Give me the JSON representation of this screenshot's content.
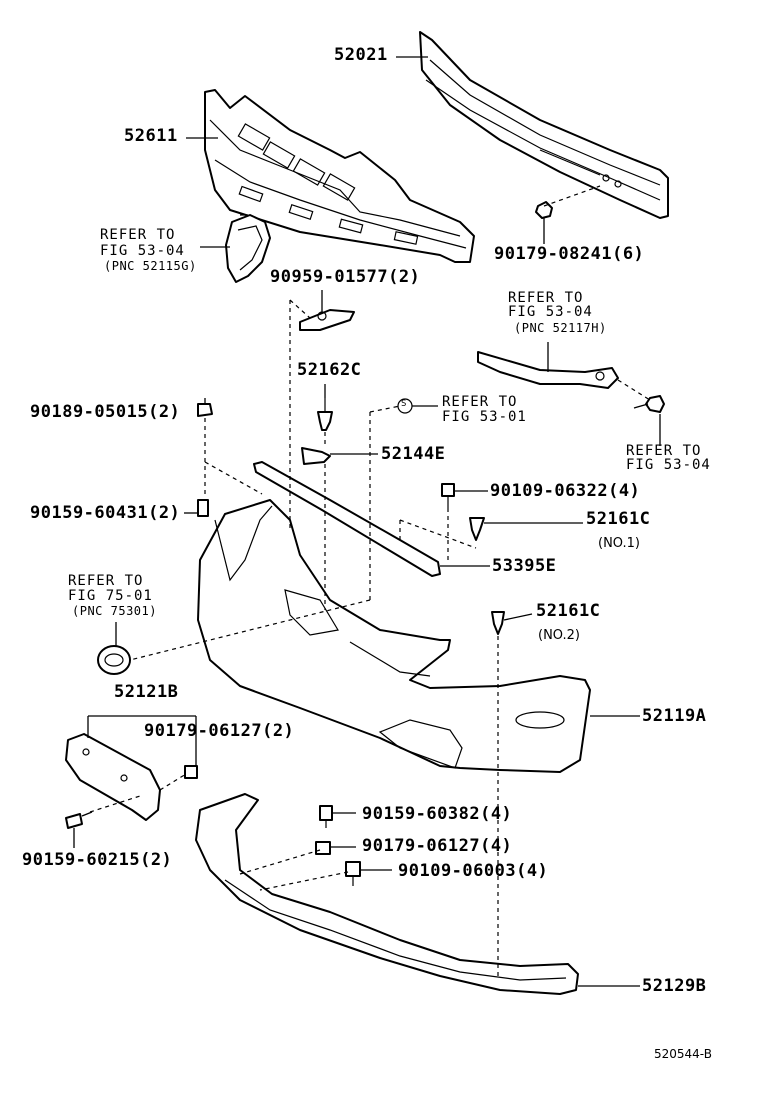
{
  "diagram": {
    "labels": {
      "p52021": "52021",
      "p52611": "52611",
      "ref_5304_a_l1": "REFER TO",
      "ref_5304_a_l2": "FIG 53-04",
      "ref_5304_a_l3": "(PNC 52115G)",
      "p90179_08241": "90179-08241(6)",
      "p90959_01577": "90959-01577(2)",
      "ref_5304_b_l1": "REFER TO",
      "ref_5304_b_l2": "FIG 53-04",
      "ref_5304_b_l3": "(PNC 52117H)",
      "p52162c": "52162C",
      "ref_5301_l1": "REFER TO",
      "ref_5301_l2": "FIG 53-01",
      "p90189_05015": "90189-05015(2)",
      "p52144e": "52144E",
      "ref_5304_c_l1": "REFER TO",
      "ref_5304_c_l2": "FIG 53-04",
      "p90159_60431": "90159-60431(2)",
      "p90109_06322": "90109-06322(4)",
      "p52161c_no1": "52161C",
      "no1": "(NO.1)",
      "ref_7501_l1": "REFER TO",
      "ref_7501_l2": "FIG 75-01",
      "ref_7501_l3": "(PNC 75301)",
      "p53395e": "53395E",
      "p52161c_no2": "52161C",
      "no2": "(NO.2)",
      "p52121b": "52121B",
      "p90179_06127_a": "90179-06127(2)",
      "p52119a": "52119A",
      "p90159_60382": "90159-60382(4)",
      "p90179_06127_b": "90179-06127(4)",
      "p90159_60215": "90159-60215(2)",
      "p90109_06003": "90109-06003(4)",
      "p52129b": "52129B",
      "circle_s": "S",
      "drawing_code": "520544-B"
    }
  }
}
